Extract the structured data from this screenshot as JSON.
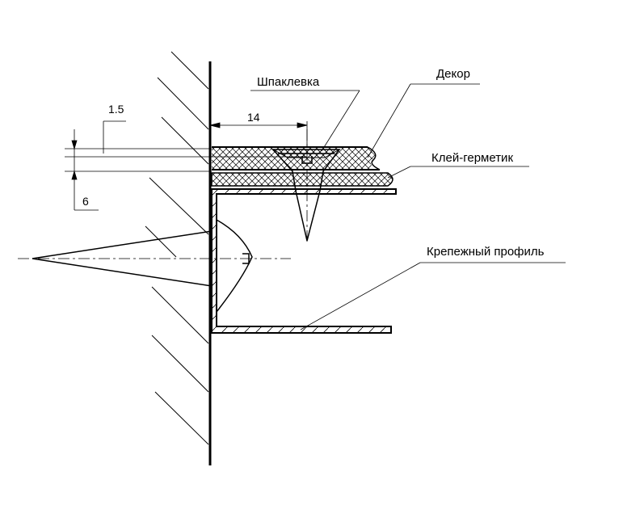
{
  "labels": {
    "putty": "Шпаклевка",
    "decor": "Декор",
    "adhesive_sealant": "Клей-герметик",
    "mounting_profile": "Крепежный профиль"
  },
  "dimensions": {
    "width": "14",
    "top_thickness": "1.5",
    "bottom_thickness": "6"
  },
  "colors": {
    "line": "#000000",
    "background": "#ffffff"
  }
}
